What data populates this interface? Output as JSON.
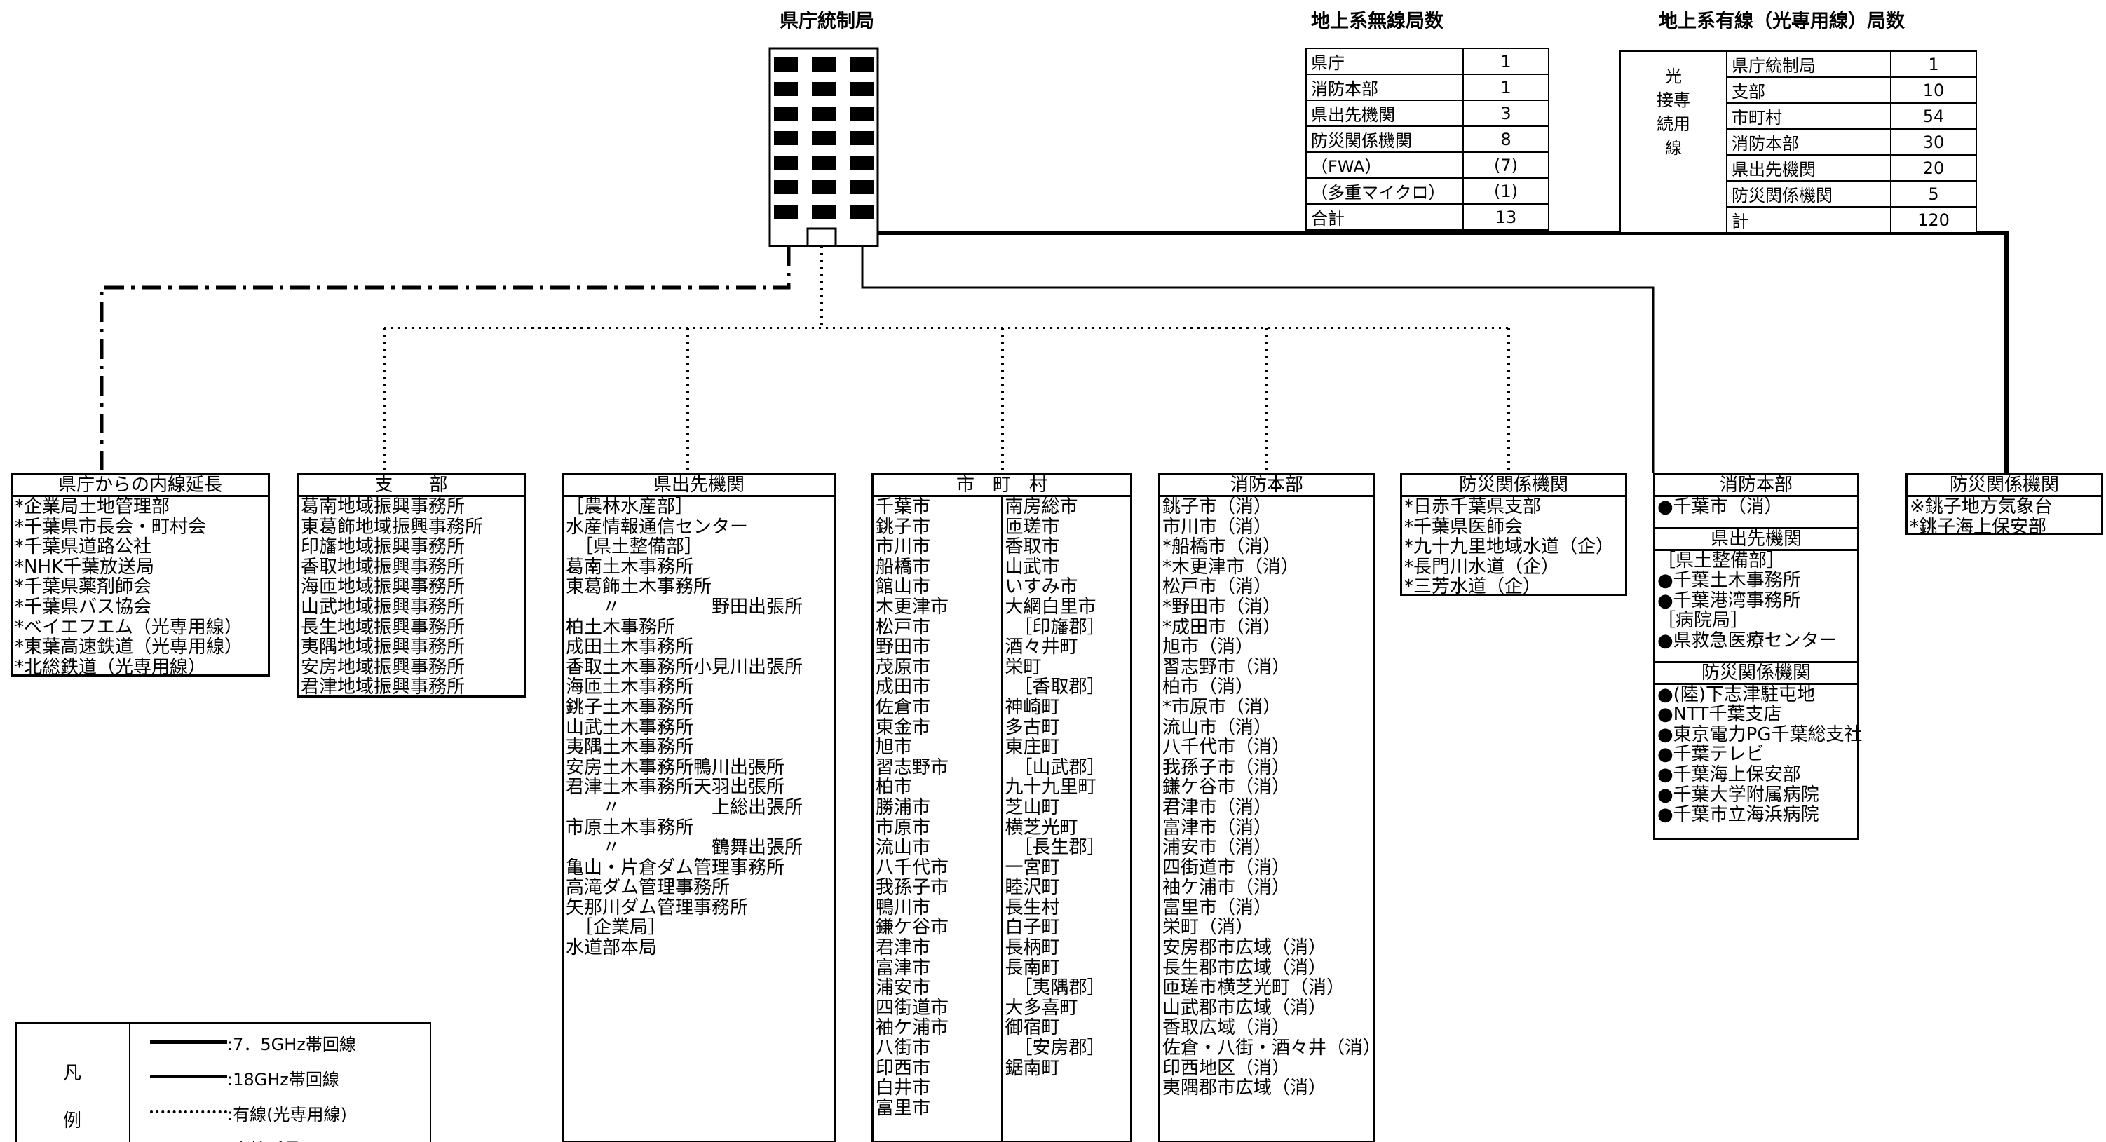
{
  "top": {
    "central_title": "県庁統制局",
    "wireless_title": "地上系無線局数",
    "wired_title": "地上系有線（光専用線）局数"
  },
  "wireless_table": [
    {
      "name": "県庁",
      "value": "1"
    },
    {
      "name": "消防本部",
      "value": "1"
    },
    {
      "name": "県出先機関",
      "value": "3"
    },
    {
      "name": "防災関係機関",
      "value": "8"
    },
    {
      "name": "（FWA）",
      "value": "(7)"
    },
    {
      "name": "（多重マイクロ）",
      "value": "(1)"
    },
    {
      "name": "合計",
      "value": "13"
    }
  ],
  "wired_table": {
    "side_label": "光\n接専\n続用\n線",
    "rows": [
      {
        "name": "県庁統制局",
        "value": "1"
      },
      {
        "name": "支部",
        "value": "10"
      },
      {
        "name": "市町村",
        "value": "54"
      },
      {
        "name": "消防本部",
        "value": "30"
      },
      {
        "name": "県出先機関",
        "value": "20"
      },
      {
        "name": "防災関係機関",
        "value": "5"
      },
      {
        "name": "計",
        "value": "120"
      }
    ]
  },
  "boxes": {
    "internal": {
      "title": "県庁からの内線延長",
      "items": [
        "*企業局土地管理部",
        "*千葉県市長会・町村会",
        "*千葉県道路公社",
        "*NHK千葉放送局",
        "*千葉県薬剤師会",
        "*千葉県バス協会",
        "*ベイエフエム（光専用線）",
        "*東葉高速鉄道（光専用線）",
        "*北総鉄道（光専用線）"
      ]
    },
    "branch": {
      "title": "支　　部",
      "items": [
        "葛南地域振興事務所",
        "東葛飾地域振興事務所",
        "印旛地域振興事務所",
        "香取地域振興事務所",
        "海匝地域振興事務所",
        "山武地域振興事務所",
        "長生地域振興事務所",
        "夷隅地域振興事務所",
        "安房地域振興事務所",
        "君津地域振興事務所"
      ]
    },
    "prefoffice": {
      "title": "県出先機関",
      "items": [
        "［農林水産部］",
        "水産情報通信センター",
        "　［県土整備部］",
        "葛南土木事務所",
        "東葛飾土木事務所",
        "　　〃　　　　　野田出張所",
        "柏土木事務所",
        "成田土木事務所",
        "香取土木事務所小見川出張所",
        "海匝土木事務所",
        "銚子土木事務所",
        "山武土木事務所",
        "夷隅土木事務所",
        "安房土木事務所鴨川出張所",
        "君津土木事務所天羽出張所",
        "　　〃　　　　　上総出張所",
        "市原土木事務所",
        "　　〃　　　　　鶴舞出張所",
        "亀山・片倉ダム管理事務所",
        "高滝ダム管理事務所",
        "矢那川ダム管理事務所",
        "　［企業局］",
        "水道部本局"
      ]
    },
    "municipal": {
      "title": "市　町　村",
      "col1": [
        "千葉市",
        "銚子市",
        "市川市",
        "船橋市",
        "館山市",
        "木更津市",
        "松戸市",
        "野田市",
        "茂原市",
        "成田市",
        "佐倉市",
        "東金市",
        "旭市",
        "習志野市",
        "柏市",
        "勝浦市",
        "市原市",
        "流山市",
        "八千代市",
        "我孫子市",
        "鴨川市",
        "鎌ケ谷市",
        "君津市",
        "富津市",
        "浦安市",
        "四街道市",
        "袖ケ浦市",
        "八街市",
        "印西市",
        "白井市",
        "富里市"
      ],
      "col2": [
        "南房総市",
        "匝瑳市",
        "香取市",
        "山武市",
        "いすみ市",
        "大網白里市",
        "　［印旛郡］",
        "酒々井町",
        "栄町",
        "　［香取郡］",
        "神崎町",
        "多古町",
        "東庄町",
        "　［山武郡］",
        "九十九里町",
        "芝山町",
        "横芝光町",
        "　［長生郡］",
        "一宮町",
        "睦沢町",
        "長生村",
        "白子町",
        "長柄町",
        "長南町",
        "　［夷隅郡］",
        "大多喜町",
        "御宿町",
        "　［安房郡］",
        "鋸南町"
      ]
    },
    "fire": {
      "title": "消防本部",
      "items": [
        "銚子市（消）",
        "市川市（消）",
        "*船橋市（消）",
        "*木更津市（消）",
        "松戸市（消）",
        "*野田市（消）",
        "*成田市（消）",
        "旭市（消）",
        "習志野市（消）",
        "柏市（消）",
        "*市原市（消）",
        "流山市（消）",
        "八千代市（消）",
        "我孫子市（消）",
        "鎌ケ谷市（消）",
        "君津市（消）",
        "富津市（消）",
        "浦安市（消）",
        "四街道市（消）",
        "袖ケ浦市（消）",
        "富里市（消）",
        "栄町（消）",
        "安房郡市広域（消）",
        "長生郡市広域（消）",
        "匝瑳市横芝光町（消）",
        "山武郡市広域（消）",
        "香取広域（消）",
        "佐倉・八街・酒々井（消）",
        "印西地区（消）",
        "夷隅郡市広域（消）"
      ]
    },
    "disaster": {
      "title": "防災関係機関",
      "items": [
        "*日赤千葉県支部",
        "*千葉県医師会",
        "*九十九里地域水道（企）",
        "*長門川水道（企）",
        "*三芳水道（企）"
      ]
    },
    "right1": {
      "title": "消防本部",
      "items": [
        "●千葉市（消）"
      ],
      "sub1_title": "県出先機関",
      "sub1_items": [
        "［県土整備部］",
        "●千葉土木事務所",
        "●千葉港湾事務所",
        "［病院局］",
        "●県救急医療センター"
      ],
      "sub2_title": "防災関係機関",
      "sub2_items": [
        "●(陸)下志津駐屯地",
        "●NTT千葉支店",
        "●東京電力PG千葉総支社",
        "●千葉テレビ",
        "●千葉海上保安部",
        "●千葉大学附属病院",
        "●千葉市立海浜病院"
      ]
    },
    "right2": {
      "title": "防災関係機関",
      "items": [
        "※銚子地方気象台",
        "*銚子海上保安部"
      ]
    }
  },
  "legend": {
    "head1": "凡",
    "head2": "例",
    "rows": [
      ":7．5GHz帯回線",
      ":18GHz帯回線",
      ":有線(光専用線)",
      ":内線延長"
    ]
  }
}
